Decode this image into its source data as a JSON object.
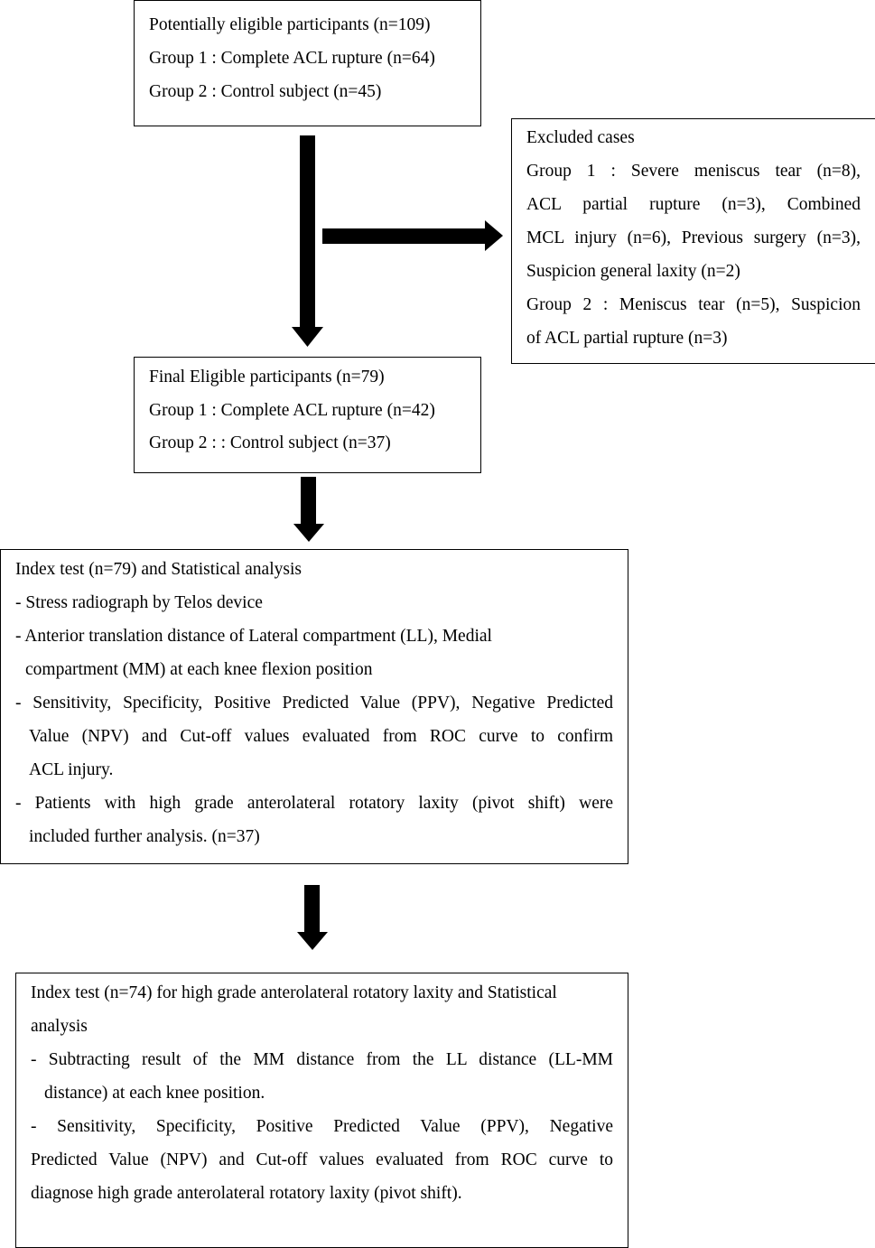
{
  "box1": {
    "lines": [
      "Potentially eligible participants (n=109)",
      "Group 1 : Complete ACL rupture (n=64)",
      "Group 2 : Control subject (n=45)"
    ]
  },
  "excluded": {
    "lines": [
      "Excluded cases",
      "Group 1 : Severe meniscus tear (n=8),",
      "ACL partial rupture (n=3), Combined",
      "MCL injury (n=6), Previous surgery (n=3),",
      "Suspicion general laxity (n=2)",
      "Group 2 : Meniscus tear (n=5), Suspicion",
      "of ACL partial rupture (n=3)"
    ]
  },
  "box2": {
    "lines": [
      "Final Eligible participants (n=79)",
      "Group 1 : Complete ACL rupture (n=42)",
      "Group 2 : : Control subject (n=37)"
    ]
  },
  "box3": {
    "lines": [
      "Index test (n=79) and Statistical analysis",
      "- Stress radiograph by Telos device",
      "- Anterior translation distance of Lateral compartment (LL), Medial",
      "compartment (MM) at each knee flexion position",
      "- Sensitivity, Specificity, Positive Predicted Value (PPV), Negative Predicted",
      "Value (NPV) and Cut-off values evaluated from ROC curve to confirm",
      "ACL injury.",
      "- Patients with high grade anterolateral rotatory laxity (pivot shift) were",
      "included further analysis. (n=37)"
    ]
  },
  "box4": {
    "lines": [
      "Index test (n=74) for high grade anterolateral rotatory laxity and Statistical",
      "analysis",
      "- Subtracting result of the MM distance from the LL distance (LL-MM",
      "distance) at each knee position.",
      "- Sensitivity, Specificity, Positive Predicted Value (PPV), Negative",
      "Predicted Value (NPV) and Cut-off values evaluated from ROC curve to",
      "diagnose high grade anterolateral rotatory laxity (pivot shift)."
    ]
  }
}
